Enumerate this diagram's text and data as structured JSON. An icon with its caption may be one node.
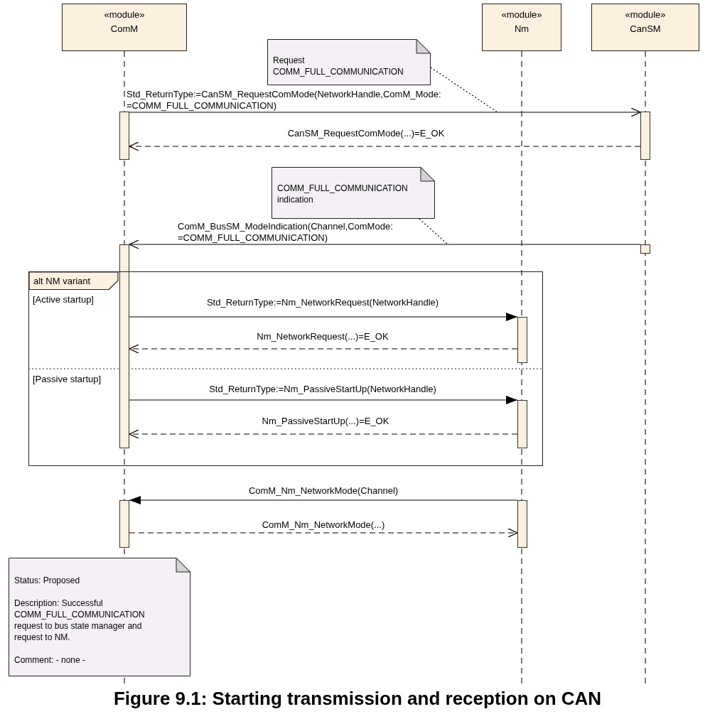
{
  "diagram": {
    "caption": "Figure 9.1: Starting transmission and reception on CAN",
    "nodes": [
      {
        "text": [
          "«module»",
          "ComM"
        ]
      },
      {
        "text": [
          "«module»",
          "Nm"
        ]
      },
      {
        "text": [
          "«module»",
          "CanSM"
        ]
      },
      {
        "text": [
          "Request COMM_FULL_COMMUNICATION"
        ]
      },
      {
        "text": [],
        "shape": "bar"
      },
      {
        "text": [],
        "shape": "bar"
      },
      {
        "text": [
          "COMM_FULL_COMMUNICATION indication"
        ]
      },
      {
        "text": [],
        "shape": "bar"
      },
      {
        "text": [],
        "shape": "bar"
      },
      {
        "text": [
          "alt NM variant",
          "[Active startup]",
          "[Passive startup]"
        ]
      },
      {
        "text": [],
        "shape": "bar",
        "in": 9
      },
      {
        "text": [],
        "shape": "bar",
        "in": 9
      },
      {
        "text": [],
        "shape": "bar"
      },
      {
        "text": [],
        "shape": "bar"
      },
      {
        "text": [
          "Status: Proposed",
          "Description: Successful COMM_FULL_COMMUNICATION request to bus state manager and request to NM.",
          "Comment: - none -"
        ]
      }
    ],
    "edges": [
      {
        "from": 3,
        "to": null,
        "arrow": "none",
        "style": "dashed"
      },
      {
        "from": 4,
        "to": 5,
        "arrow": "to",
        "label": "Std_ReturnType:=CanSM_RequestComMode(NetworkHandle,ComM_Mode: =COMM_FULL_COMMUNICATION)"
      },
      {
        "from": 5,
        "to": 4,
        "arrow": "to",
        "style": "dashed",
        "label": "CanSM_RequestComMode(...)=E_OK"
      },
      {
        "from": 6,
        "to": null,
        "arrow": "none",
        "style": "dashed"
      },
      {
        "from": 8,
        "to": 7,
        "arrow": "to",
        "label": "ComM_BusSM_ModeIndication(Channel,ComMode: =COMM_FULL_COMMUNICATION)"
      },
      {
        "from": 7,
        "to": 10,
        "arrow": "to",
        "label": "Std_ReturnType:=Nm_NetworkRequest(NetworkHandle)"
      },
      {
        "from": 10,
        "to": 7,
        "arrow": "to",
        "style": "dashed",
        "label": "Nm_NetworkRequest(...)=E_OK"
      },
      {
        "from": 7,
        "to": 11,
        "arrow": "to",
        "label": "Std_ReturnType:=Nm_PassiveStartUp(NetworkHandle)"
      },
      {
        "from": 11,
        "to": 7,
        "arrow": "to",
        "style": "dashed",
        "label": "Nm_PassiveStartUp(...)=E_OK"
      },
      {
        "from": 13,
        "to": 12,
        "arrow": "to",
        "label": "ComM_Nm_NetworkMode(Channel)"
      },
      {
        "from": 12,
        "to": 13,
        "arrow": "to",
        "style": "dashed",
        "label": "ComM_Nm_NetworkMode(...)"
      }
    ]
  }
}
